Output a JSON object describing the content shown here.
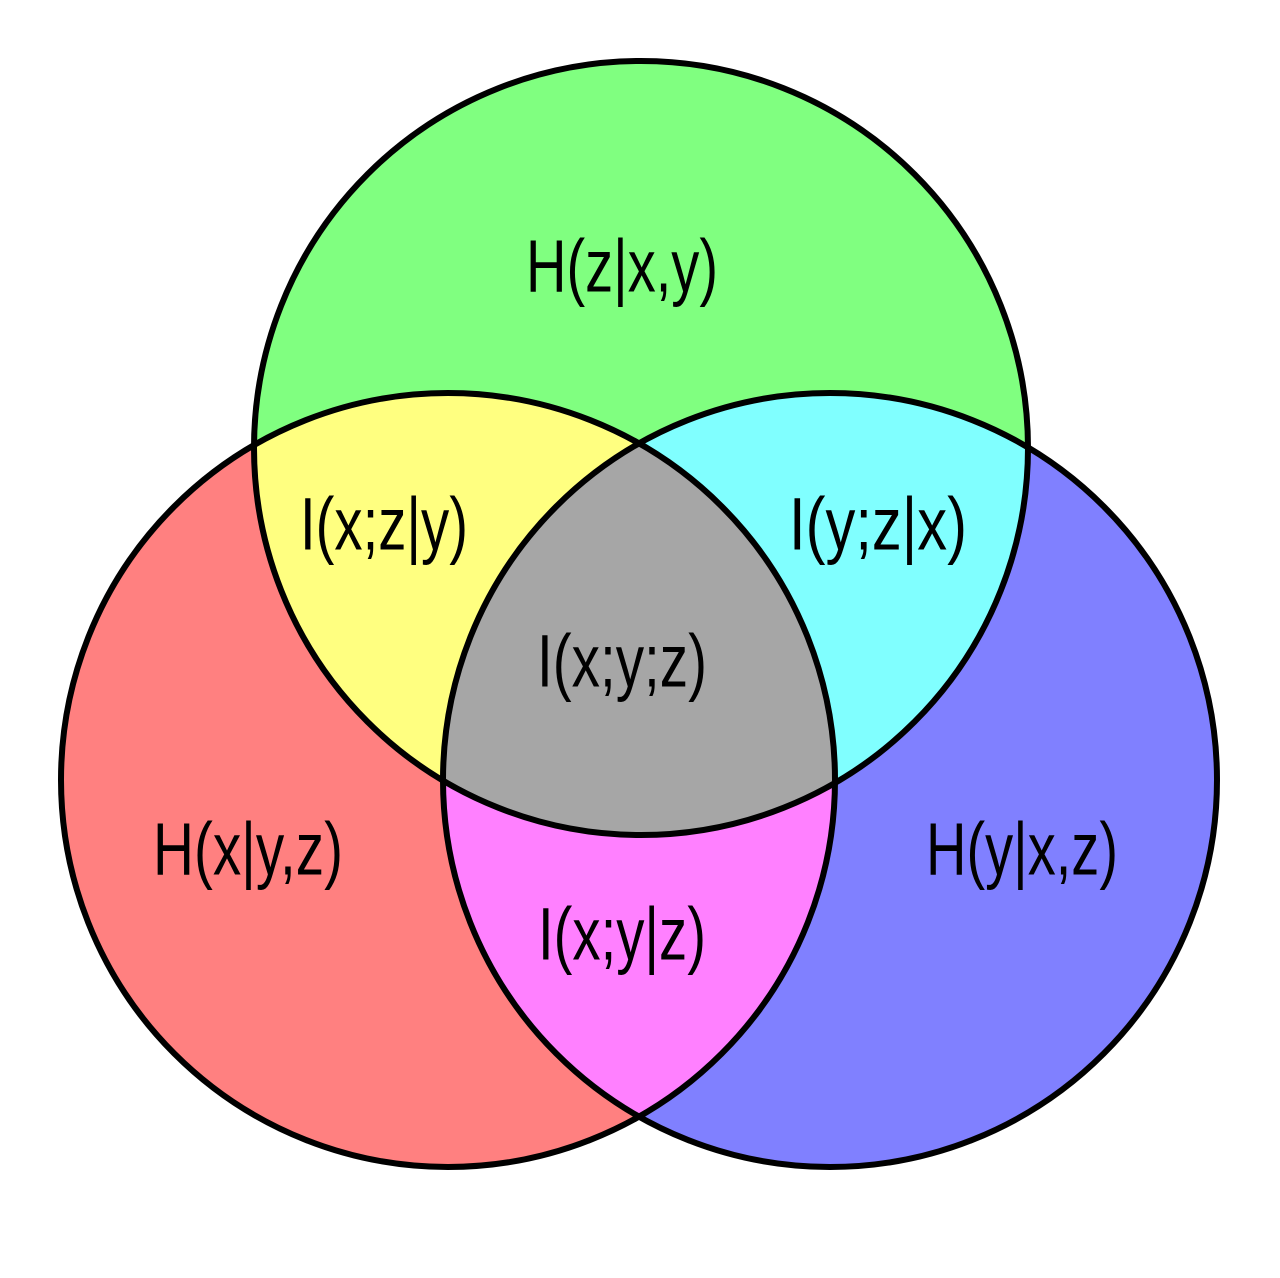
{
  "diagram": {
    "type": "three-set-venn",
    "colors": {
      "background": "#ffffff",
      "outline": "#000000",
      "x_only": "#ff8080",
      "y_only": "#8080ff",
      "z_only": "#80ff80",
      "x_and_z": "#ffff80",
      "y_and_z": "#80ffff",
      "x_and_y": "#ff80ff",
      "all_three": "#a6a6a6"
    },
    "labels": {
      "z_only": "H(z|x,y)",
      "x_and_z": "I(x;z|y)",
      "y_and_z": "I(y;z|x)",
      "all_three": "I(x;y;z)",
      "x_only": "H(x|y,z)",
      "y_only": "H(y|x,z)",
      "x_and_y": "I(x;y|z)"
    }
  }
}
